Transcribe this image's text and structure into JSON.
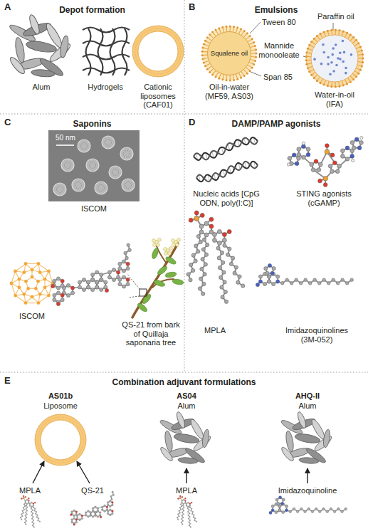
{
  "diagram": {
    "nodes": [
      {
        "text": [
          "Depot formation"
        ]
      },
      {
        "text": [
          "Emulsions"
        ]
      },
      {
        "text": [
          "Squalene oil"
        ],
        "in": 1
      },
      {
        "text": [
          "Saponins"
        ]
      },
      {
        "text": [
          "DAMP/PAMP agonists"
        ]
      },
      {
        "text": [
          "Combination adjuvant formulations"
        ]
      }
    ],
    "labels": [
      "A",
      "Alum",
      "Hydrogels",
      "Cationic liposomes (CAF01)",
      "B",
      "Tween 80",
      "Span 85",
      "Oil-in-water (MF59, AS03)",
      "Paraffin oil",
      "Mannide monooleate",
      "Water-in-oil (IFA)",
      "C",
      "50 nm",
      "ISCOM",
      "ISCOM",
      "QS-21 from bark of Quillaja saponaria tree",
      "D",
      "Nucleic acids [CpG ODN, poly(I:C)]",
      "STING agonists (cGAMP)",
      "MPLA",
      "Imidazoquinolines (3M-052)",
      "E",
      "AS01b",
      "Liposome",
      "MPLA",
      "QS-21",
      "AS04",
      "Alum",
      "MPLA",
      "AHQ-II",
      "Alum",
      "Imidazoquinoline"
    ]
  }
}
